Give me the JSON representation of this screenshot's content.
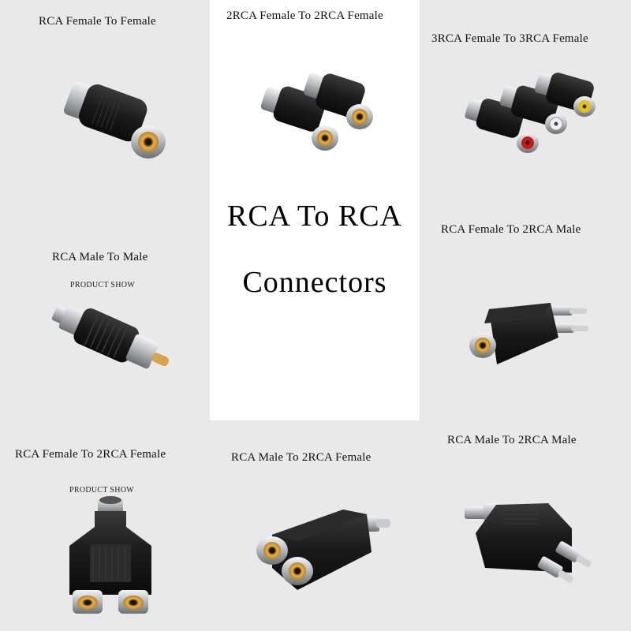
{
  "main_title": {
    "line1": "RCA To RCA",
    "line2": "Connectors"
  },
  "colors": {
    "background": "#e9e9e9",
    "center_panel": "#ffffff",
    "plastic": "#161616",
    "metal": "#c9cbcd",
    "gold": "#d9a23a",
    "red": "#c41c1c",
    "yellow": "#e3c11d"
  },
  "products": [
    {
      "label": "RCA Female To Female"
    },
    {
      "label": "2RCA Female To 2RCA Female"
    },
    {
      "label": "3RCA Female To 3RCA Female"
    },
    {
      "label": "RCA Male To Male",
      "note": "PRODUCT SHOW"
    },
    {
      "label": "RCA Female To 2RCA Male"
    },
    {
      "label": "RCA Female To 2RCA Female",
      "note": "PRODUCT SHOW"
    },
    {
      "label": "RCA Male To 2RCA Female"
    },
    {
      "label": "RCA Male To 2RCA Male"
    }
  ]
}
